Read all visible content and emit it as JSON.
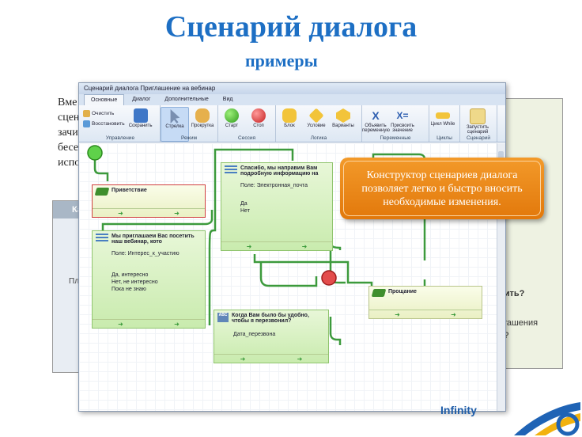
{
  "slide": {
    "title": "Сценарий диалога",
    "subtitle": "примеры",
    "bg_text": [
      "Вме",
      "сцен",
      "зачи",
      "бесе",
      "испо"
    ],
    "logo_text": "Infinity"
  },
  "window": {
    "title": "Сценарий диалога Приглашение на вебинар",
    "tabs": [
      "Основные",
      "Диалог",
      "Дополнительные",
      "Вид"
    ],
    "active_tab": "Основные"
  },
  "ribbon": {
    "groups": [
      {
        "label": "Управление",
        "small": [
          "Очистить",
          "Восстановить"
        ],
        "buttons": [
          "Сохранить"
        ]
      },
      {
        "label": "Режим",
        "buttons": [
          "Стрелка",
          "Прокрутка"
        ]
      },
      {
        "label": "Сессия",
        "buttons": [
          "Старт",
          "Стоп"
        ]
      },
      {
        "label": "Логика",
        "buttons": [
          "Блок",
          "Условие",
          "Варианты"
        ]
      },
      {
        "label": "Переменные",
        "buttons": [
          "Объявить переменную",
          "Присвоить значение"
        ]
      },
      {
        "label": "Циклы",
        "buttons": [
          "Цикл While"
        ]
      },
      {
        "label": "Сценарий",
        "buttons": [
          "Запустить сценарий"
        ]
      }
    ]
  },
  "nodes": {
    "greeting": {
      "title": "Приветствие"
    },
    "invite": {
      "title": "Мы приглашаем Вас посетить наш вебинар, кото",
      "field": "Поле: Интерес_к_участию",
      "options": [
        "Да, интересно",
        "Нет, не интересно",
        "Пока не знаю"
      ]
    },
    "thanks": {
      "title": "Спасибо, мы направим Вам подробную информацию на",
      "field": "Поле: Электронная_почта",
      "options": [
        "Да",
        "Нет"
      ]
    },
    "callback": {
      "title": "Когда Вам было бы удобно, чтобы я перезвонил?",
      "field": "Дата_перезвона"
    },
    "farewell": {
      "title": "Прощание"
    }
  },
  "callout": {
    "lines": [
      "Конструктор сценариев диалога",
      "позволяет легко и быстро вносить",
      "необходимые изменения."
    ]
  },
  "background_windows": {
    "left_header": "Ка",
    "left_label": "Пл",
    "right_question": "осить?",
    "right_lines": [
      "погашения",
      "ии?"
    ]
  },
  "colors": {
    "title": "#1d6fc4",
    "callout": "#e98a1a",
    "node_green": "#c9ebae",
    "node_yellow": "#eaf0c4"
  }
}
